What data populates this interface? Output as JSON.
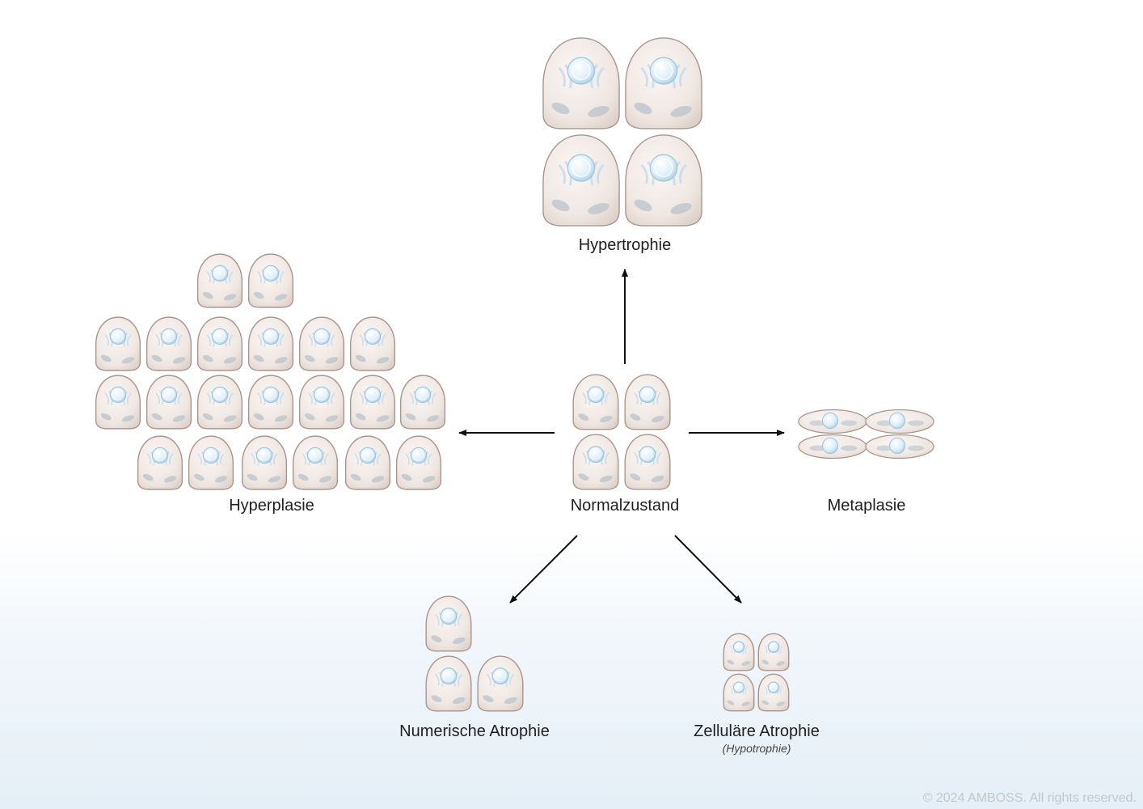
{
  "labels": {
    "normal": "Normalzustand",
    "hypertrophy": "Hypertrophie",
    "hyperplasia": "Hyperplasie",
    "metaplasia": "Metaplasie",
    "numeric_atrophy": "Numerische Atrophie",
    "cellular_atrophy": "Zelluläre Atrophie",
    "cellular_atrophy_note": "(Hypotrophie)"
  },
  "copyright": "© 2024 AMBOSS. All rights reserved.",
  "colors": {
    "cell_fill": "#efe6e1",
    "cell_stroke": "#a8968e",
    "nucleus": "#dceffb",
    "organelle": "#b8c3cb",
    "arrow": "#111111"
  }
}
